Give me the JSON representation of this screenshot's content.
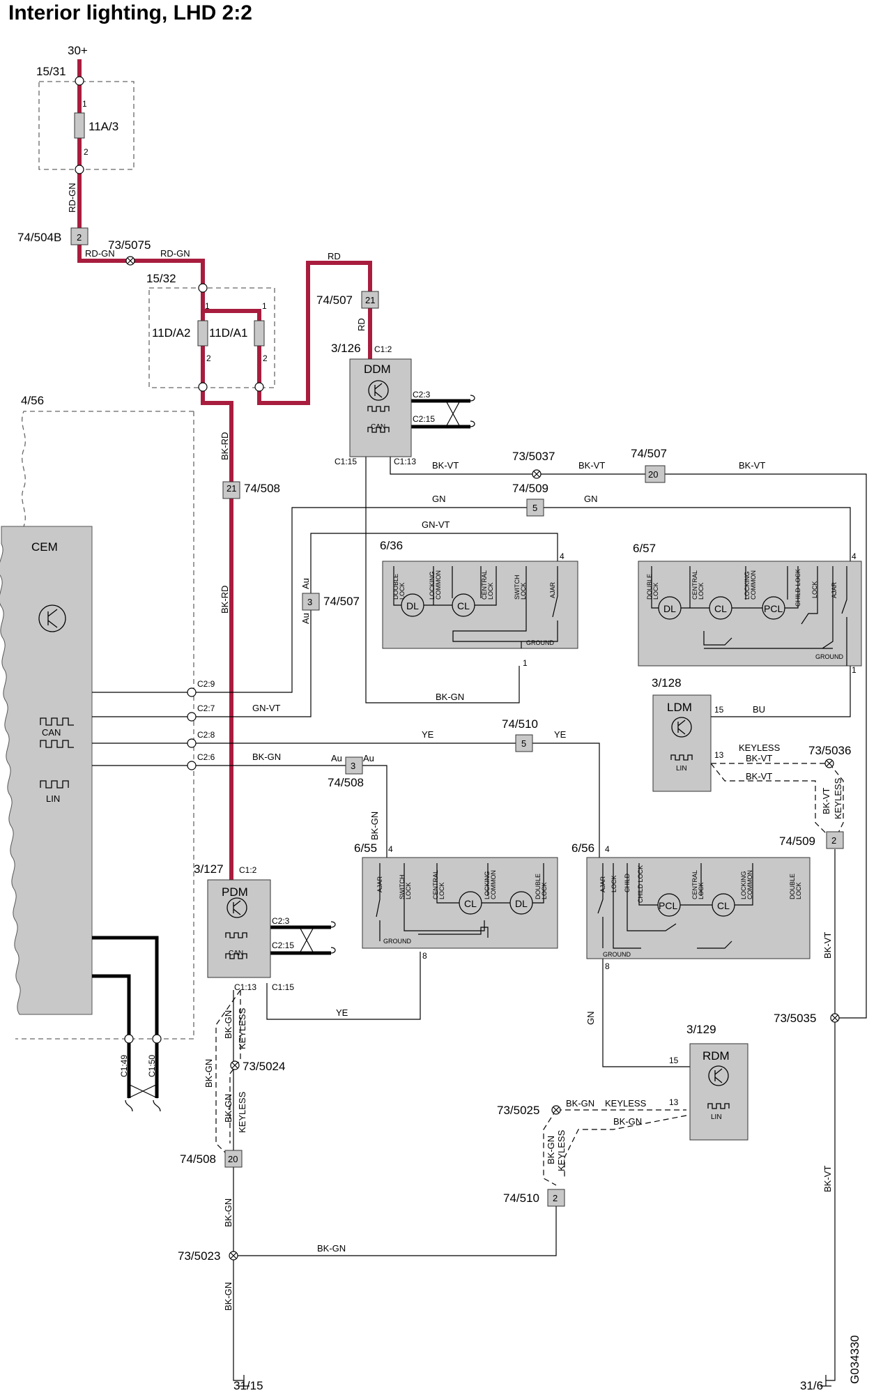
{
  "title": "Interior lighting, LHD 2:2",
  "doc_id": "G034330",
  "colors": {
    "power_wire": "#a81d3e",
    "module_fill": "#c8c8c8",
    "line": "#000000"
  },
  "labels": {
    "supply_30": "30+",
    "fusebox_1531": "15/31",
    "fuse_11a3": "11A/3",
    "fusebox_1532": "15/32",
    "fuse_11da2": "11D/A2",
    "fuse_11da1": "11D/A1",
    "ground_3115": "31/15",
    "ground_316": "31/6",
    "cem_ref": "4/56",
    "cem_name": "CEM",
    "ddm_ref": "3/126",
    "ddm_name": "DDM",
    "pdm_ref": "3/127",
    "pdm_name": "PDM",
    "ldm_ref": "3/128",
    "ldm_name": "LDM",
    "rdm_ref": "3/129",
    "rdm_name": "RDM",
    "can": "CAN",
    "lin": "LIN",
    "lock_636": "6/36",
    "lock_657": "6/57",
    "lock_655": "6/55",
    "lock_656": "6/56"
  },
  "connectors": {
    "c_74_504b": "74/504B",
    "c_74_504b_pin": "2",
    "s_73_5075": "73/5075",
    "c_74_507a": "74/507",
    "c_74_507a_pin": "21",
    "c_74_508a": "74/508",
    "c_74_508a_pin": "21",
    "c_74_507b": "74/507",
    "c_74_507b_pin": "3",
    "c_74_507c": "74/507",
    "c_74_507c_pin": "20",
    "s_73_5037": "73/5037",
    "c_74_509a": "74/509",
    "c_74_509a_pin": "5",
    "c_74_510a": "74/510",
    "c_74_510a_pin": "5",
    "c_74_508b": "74/508",
    "c_74_508b_pin": "3",
    "s_73_5036": "73/5036",
    "c_74_509b": "74/509",
    "c_74_509b_pin": "2",
    "s_73_5035": "73/5035",
    "s_73_5024": "73/5024",
    "s_73_5025": "73/5025",
    "c_74_508c": "74/508",
    "c_74_508c_pin": "20",
    "c_74_510b": "74/510",
    "c_74_510b_pin": "2",
    "s_73_5023": "73/5023"
  },
  "wire_colors": {
    "rd_gn": "RD-GN",
    "rd": "RD",
    "bk_rd": "BK-RD",
    "bk_vt": "BK-VT",
    "gn": "GN",
    "gn_vt": "GN-VT",
    "bk_gn": "BK-GN",
    "ye": "YE",
    "bu": "BU",
    "keyless": "KEYLESS",
    "au": "Au"
  },
  "pins": {
    "p1": "1",
    "p2": "2",
    "p4": "4",
    "p8": "8",
    "p13": "13",
    "p15": "15",
    "c1_2": "C1:2",
    "c1_13": "C1:13",
    "c1_15": "C1:15",
    "c2_3": "C2:3",
    "c2_15": "C2:15",
    "c2_9": "C2:9",
    "c2_7": "C2:7",
    "c2_8": "C2:8",
    "c2_6": "C2:6",
    "c1_49": "C1:49",
    "c1_50": "C1:50"
  },
  "components": {
    "dl": "DL",
    "cl": "CL",
    "pcl": "PCL",
    "double_lock": [
      "DOUBLE",
      "LOCK"
    ],
    "locking_common": [
      "LOCKING",
      "COMMON"
    ],
    "central_lock": [
      "CENTRAL",
      "LOCK"
    ],
    "switch_lock": [
      "SWITCH",
      "LOCK"
    ],
    "ajar": "AJAR",
    "lock": "LOCK",
    "child_lock": "CHILD LOCK",
    "child": "CHILD",
    "ground": "GROUND"
  }
}
